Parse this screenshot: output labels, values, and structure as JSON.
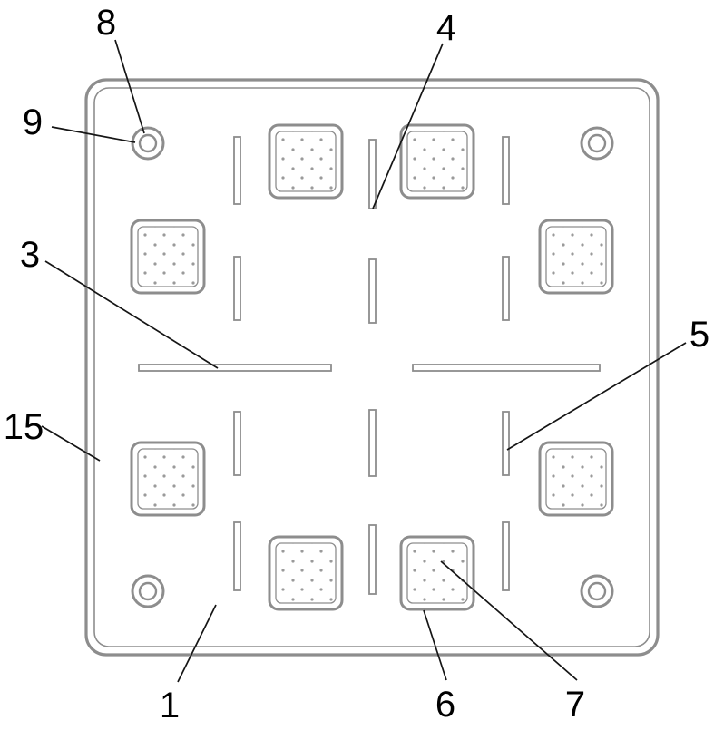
{
  "figure": {
    "kind": "technical-drawing",
    "subject": "square plate with corner holes, stippled pads and slots",
    "line_color": "#8d8d8d",
    "leader_color": "#151515",
    "label_color": "#000000",
    "background": "#ffffff",
    "labels": [
      {
        "ref": "8"
      },
      {
        "ref": "9"
      },
      {
        "ref": "4"
      },
      {
        "ref": "3"
      },
      {
        "ref": "5"
      },
      {
        "ref": "15"
      },
      {
        "ref": "1"
      },
      {
        "ref": "6"
      },
      {
        "ref": "7"
      }
    ]
  }
}
